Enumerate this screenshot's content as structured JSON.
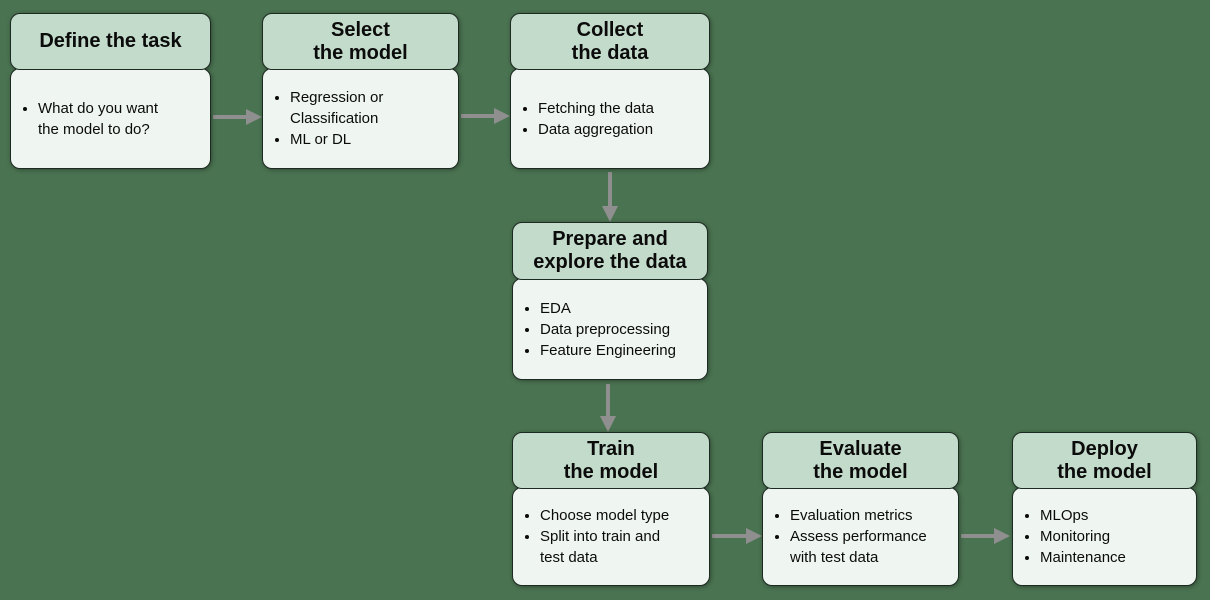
{
  "diagram": {
    "title": "ML workflow flowchart",
    "colors": {
      "background": "#4a7351",
      "header_bg": "#c3dbca",
      "body_bg": "#eff5f0",
      "border": "#1d2a22",
      "arrow": "#8f8f8f",
      "text": "#0b0b0b"
    },
    "boxes": [
      {
        "id": "define-task",
        "title": "Define the task",
        "bullets": [
          "What do you want\nthe model to do?"
        ]
      },
      {
        "id": "select-model",
        "title": "Select\nthe model",
        "bullets": [
          "Regression or\nClassification",
          "ML or DL"
        ]
      },
      {
        "id": "collect-data",
        "title": "Collect\nthe data",
        "bullets": [
          "Fetching the data",
          "Data aggregation"
        ]
      },
      {
        "id": "prepare-explore-data",
        "title": "Prepare and\nexplore the data",
        "bullets": [
          "EDA",
          "Data preprocessing",
          "Feature Engineering"
        ]
      },
      {
        "id": "train-model",
        "title": "Train\nthe model",
        "bullets": [
          "Choose model type",
          "Split into train and\ntest data"
        ]
      },
      {
        "id": "evaluate-model",
        "title": "Evaluate\nthe model",
        "bullets": [
          "Evaluation metrics",
          "Assess performance\nwith test data"
        ]
      },
      {
        "id": "deploy-model",
        "title": "Deploy\nthe model",
        "bullets": [
          "MLOps",
          "Monitoring",
          "Maintenance"
        ]
      }
    ],
    "flow": [
      "define-task -> select-model",
      "select-model -> collect-data",
      "collect-data -> prepare-explore-data",
      "prepare-explore-data -> train-model",
      "train-model -> evaluate-model",
      "evaluate-model -> deploy-model"
    ]
  }
}
